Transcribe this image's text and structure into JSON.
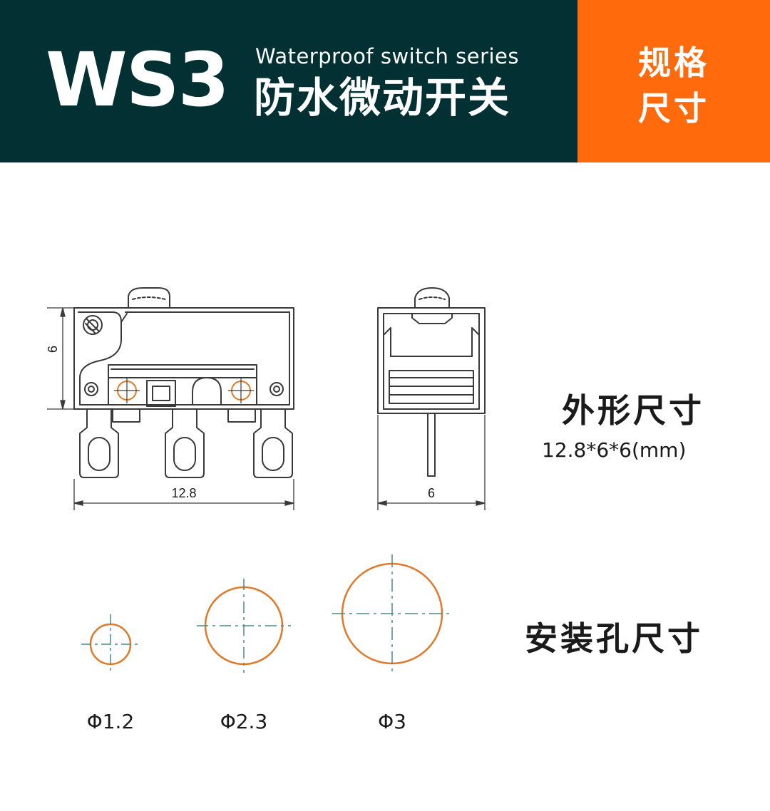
{
  "header": {
    "model": "WS3",
    "subtitle_en": "Waterproof switch series",
    "subtitle_cn": "防水微动开关",
    "spec_line1": "规格",
    "spec_line2": "尺寸"
  },
  "dimensions": {
    "label": "外形尺寸",
    "value": "12.8*6*6(mm)",
    "height_label": "6",
    "width_label": "12.8",
    "side_width_label": "6"
  },
  "mounting_holes": {
    "label": "安装孔尺寸",
    "holes": [
      {
        "label": "Φ1.2"
      },
      {
        "label": "Φ2.3"
      },
      {
        "label": "Φ3"
      }
    ]
  },
  "colors": {
    "header_bg": "#033133",
    "accent": "#ff6a0c",
    "line": "#3a3a3a",
    "hole": "#e07a2a",
    "centerline": "#4a8a86"
  }
}
